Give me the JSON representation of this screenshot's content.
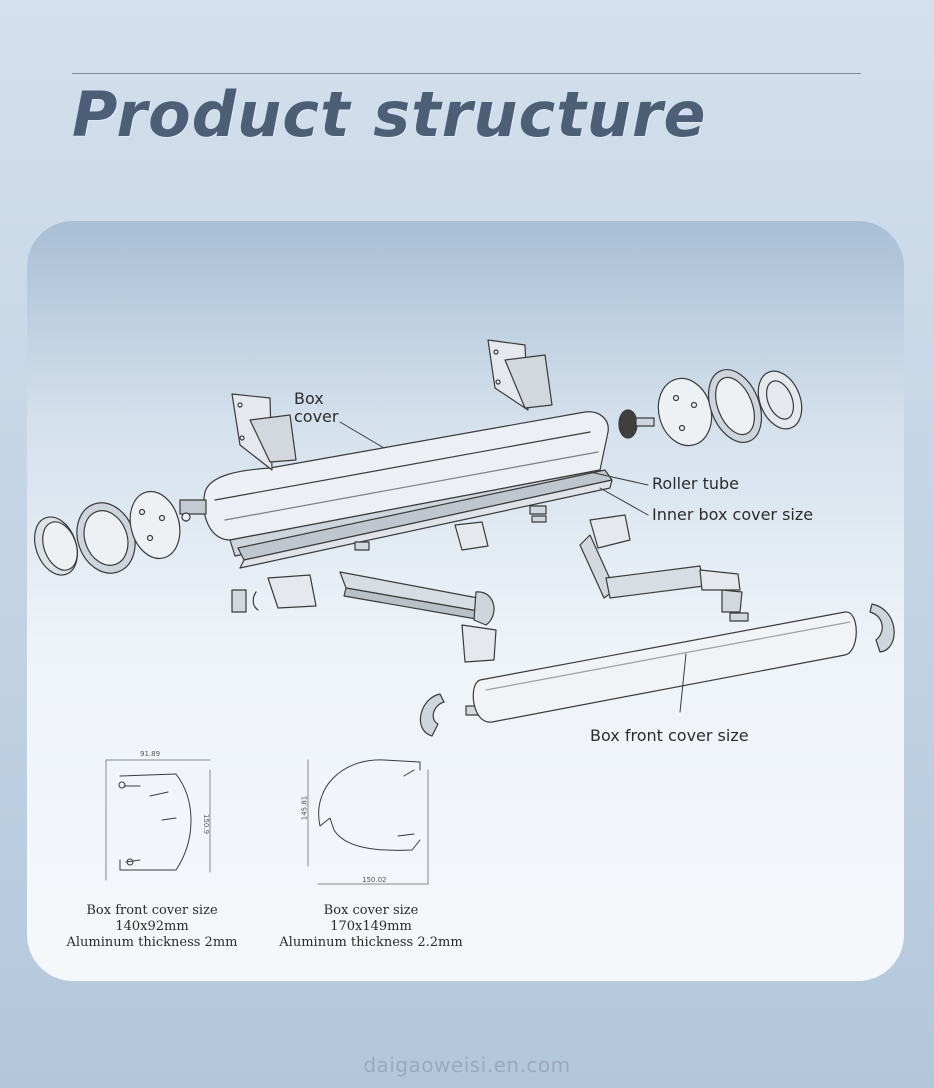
{
  "header": {
    "title": "Product structure"
  },
  "callouts": {
    "box_cover_line1": "Box",
    "box_cover_line2": "cover",
    "roller_tube": "Roller tube",
    "inner_box_cover_size": "Inner box cover size",
    "box_front_cover_size": "Box front cover size"
  },
  "profile_left": {
    "dim_width": "91.89",
    "dim_height": "150.9",
    "caption": [
      "Box front cover size",
      "140x92mm",
      "Aluminum thickness 2mm"
    ]
  },
  "profile_right": {
    "dim_width": "150.02",
    "dim_height": "145.81",
    "caption": [
      "Box cover size",
      "170x149mm",
      "Aluminum thickness 2.2mm"
    ]
  },
  "footer": {
    "watermark": "daigaoweisi.en.com"
  },
  "colors": {
    "line": "#3a3a3a",
    "part_fill": "#eef1f4",
    "shade": "#c9cfd6",
    "title": "#4d5f76"
  }
}
